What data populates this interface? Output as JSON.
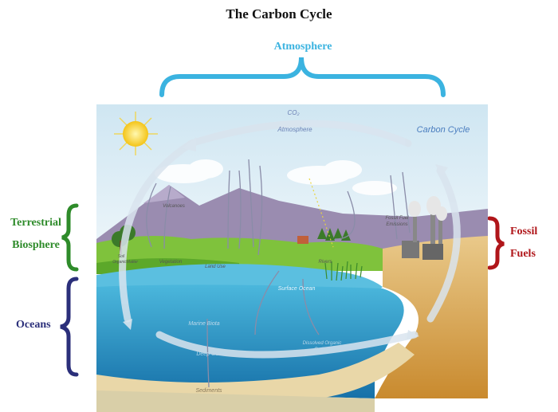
{
  "title": "The Carbon Cycle",
  "categories": {
    "atmosphere": "Atmosphere",
    "terrestrial_line1": "Terrestrial",
    "terrestrial_line2": "Biosphere",
    "oceans": "Oceans",
    "fossil_line1": "Fossil",
    "fossil_line2": "Fuels"
  },
  "diagram_labels": {
    "co2": "CO₂",
    "atmosphere": "Atmosphere",
    "carbon_cycle": "Carbon Cycle",
    "volcanoes": "Volcanoes",
    "fossil_fuel_emissions_1": "Fossil Fuel",
    "fossil_fuel_emissions_2": "Emissions",
    "soil_organic_matter_1": "Soil",
    "soil_organic_matter_2": "Organic",
    "soil_organic_matter_3": "Matter",
    "vegetation": "Vegetation",
    "land_use": "Land Use",
    "rivers": "Rivers",
    "surface_ocean": "Surface Ocean",
    "marine_biota": "Marine Biota",
    "dissolved_organic_carbon_1": "Dissolved Organic",
    "dissolved_organic_carbon_2": "Carbon",
    "deep_ocean": "Deep Ocean",
    "sediments": "Sediments"
  },
  "colors": {
    "atmosphere_bracket": "#3bb3e0",
    "terrestrial_bracket": "#2e8b2a",
    "oceans_bracket": "#2b2f7a",
    "fossil_bracket": "#b0161a"
  }
}
